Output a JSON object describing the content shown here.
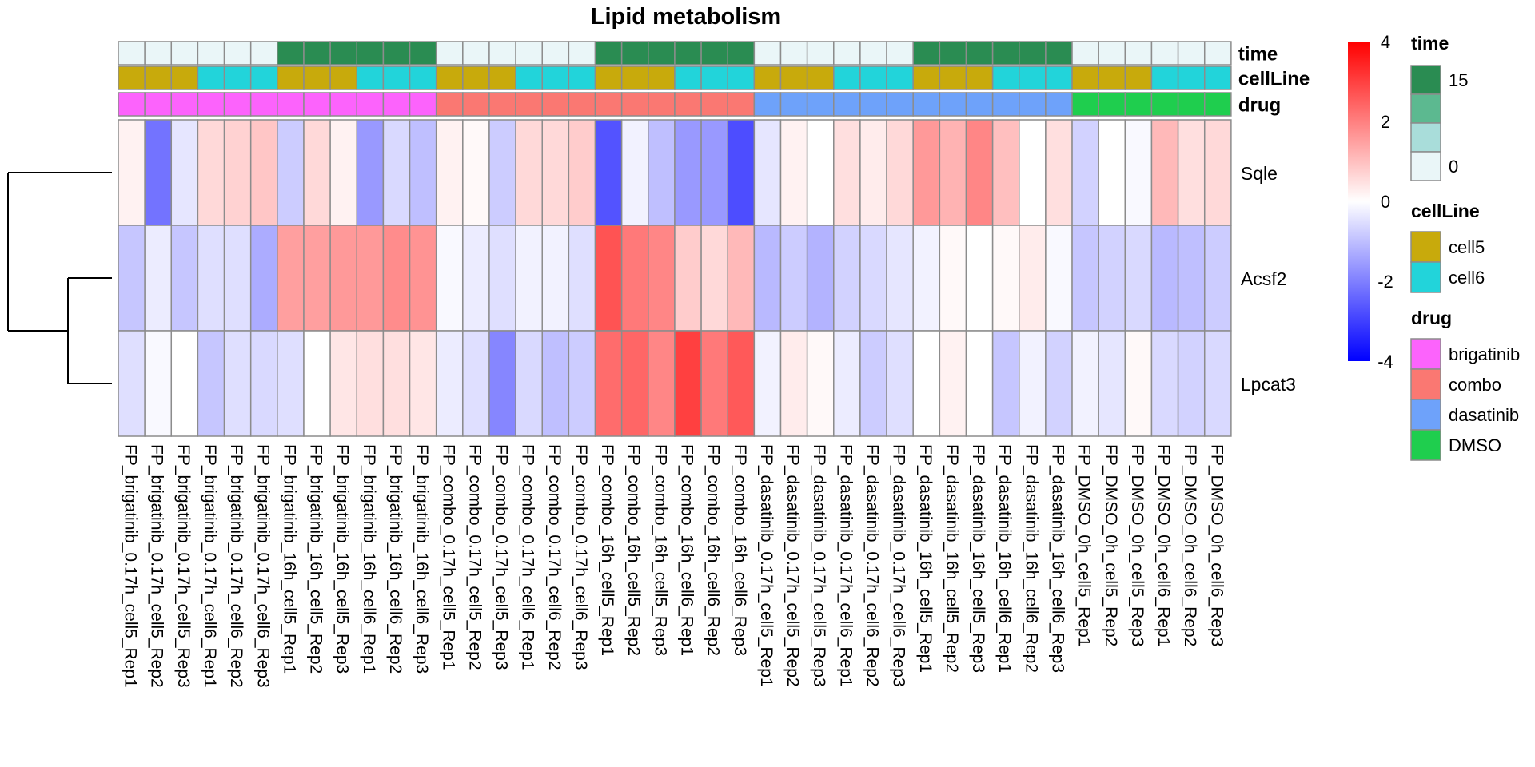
{
  "chart_data": {
    "type": "heatmap",
    "title": "Lipid metabolism",
    "rows": [
      "Sqle",
      "Acsf2",
      "Lpcat3"
    ],
    "columns": [
      "FP_brigatinib_0.17h_cell5_Rep1",
      "FP_brigatinib_0.17h_cell5_Rep2",
      "FP_brigatinib_0.17h_cell5_Rep3",
      "FP_brigatinib_0.17h_cell6_Rep1",
      "FP_brigatinib_0.17h_cell6_Rep2",
      "FP_brigatinib_0.17h_cell6_Rep3",
      "FP_brigatinib_16h_cell5_Rep1",
      "FP_brigatinib_16h_cell5_Rep2",
      "FP_brigatinib_16h_cell5_Rep3",
      "FP_brigatinib_16h_cell6_Rep1",
      "FP_brigatinib_16h_cell6_Rep2",
      "FP_brigatinib_16h_cell6_Rep3",
      "FP_combo_0.17h_cell5_Rep1",
      "FP_combo_0.17h_cell5_Rep2",
      "FP_combo_0.17h_cell5_Rep3",
      "FP_combo_0.17h_cell6_Rep1",
      "FP_combo_0.17h_cell6_Rep2",
      "FP_combo_0.17h_cell6_Rep3",
      "FP_combo_16h_cell5_Rep1",
      "FP_combo_16h_cell5_Rep2",
      "FP_combo_16h_cell5_Rep3",
      "FP_combo_16h_cell6_Rep1",
      "FP_combo_16h_cell6_Rep2",
      "FP_combo_16h_cell6_Rep3",
      "FP_dasatinib_0.17h_cell5_Rep1",
      "FP_dasatinib_0.17h_cell5_Rep2",
      "FP_dasatinib_0.17h_cell5_Rep3",
      "FP_dasatinib_0.17h_cell6_Rep1",
      "FP_dasatinib_0.17h_cell6_Rep2",
      "FP_dasatinib_0.17h_cell6_Rep3",
      "FP_dasatinib_16h_cell5_Rep1",
      "FP_dasatinib_16h_cell5_Rep2",
      "FP_dasatinib_16h_cell5_Rep3",
      "FP_dasatinib_16h_cell6_Rep1",
      "FP_dasatinib_16h_cell6_Rep2",
      "FP_dasatinib_16h_cell6_Rep3",
      "FP_DMSO_0h_cell5_Rep1",
      "FP_DMSO_0h_cell5_Rep2",
      "FP_DMSO_0h_cell5_Rep3",
      "FP_DMSO_0h_cell6_Rep1",
      "FP_DMSO_0h_cell6_Rep2",
      "FP_DMSO_0h_cell6_Rep3"
    ],
    "values": [
      [
        0.2,
        -2.2,
        -0.4,
        0.6,
        0.7,
        0.9,
        -0.8,
        0.6,
        0.2,
        -1.6,
        -0.6,
        -1.0,
        0.2,
        0.1,
        -0.8,
        0.6,
        0.6,
        0.8,
        -2.7,
        -0.2,
        -1.0,
        -1.6,
        -1.6,
        -2.8,
        -0.4,
        0.2,
        0.0,
        0.5,
        0.3,
        0.6,
        1.6,
        1.2,
        1.9,
        1.0,
        0.0,
        0.5,
        -0.7,
        0.0,
        -0.1,
        1.1,
        0.5,
        0.6
      ],
      [
        -0.9,
        -0.3,
        -0.9,
        -0.5,
        -0.5,
        -1.3,
        1.5,
        1.5,
        1.6,
        1.6,
        1.8,
        1.7,
        -0.1,
        -0.3,
        -0.5,
        -0.2,
        -0.2,
        -0.5,
        2.7,
        2.1,
        1.9,
        0.8,
        0.6,
        1.1,
        -1.1,
        -0.8,
        -1.2,
        -0.7,
        -0.6,
        -0.4,
        -0.2,
        0.1,
        0.0,
        0.1,
        0.3,
        -0.1,
        -0.9,
        -0.7,
        -0.6,
        -1.1,
        -1.0,
        -0.8
      ],
      [
        -0.5,
        -0.1,
        0.0,
        -0.9,
        -0.5,
        -0.6,
        -0.5,
        0.0,
        0.4,
        0.5,
        0.5,
        0.4,
        -0.3,
        -0.5,
        -1.9,
        -0.6,
        -1.0,
        -0.8,
        2.3,
        2.4,
        1.9,
        3.0,
        2.1,
        2.6,
        -0.2,
        0.3,
        0.1,
        -0.3,
        -0.8,
        -0.5,
        0.0,
        0.2,
        0.0,
        -0.9,
        -0.2,
        -0.7,
        -0.2,
        -0.4,
        0.1,
        -0.6,
        -0.7,
        -0.6
      ]
    ],
    "annotations": {
      "time": [
        "0",
        "0",
        "0",
        "0",
        "0",
        "0",
        "15",
        "15",
        "15",
        "15",
        "15",
        "15",
        "0",
        "0",
        "0",
        "0",
        "0",
        "0",
        "15",
        "15",
        "15",
        "15",
        "15",
        "15",
        "0",
        "0",
        "0",
        "0",
        "0",
        "0",
        "15",
        "15",
        "15",
        "15",
        "15",
        "15",
        "0",
        "0",
        "0",
        "0",
        "0",
        "0"
      ],
      "cellLine": [
        "cell5",
        "cell5",
        "cell5",
        "cell6",
        "cell6",
        "cell6",
        "cell5",
        "cell5",
        "cell5",
        "cell6",
        "cell6",
        "cell6",
        "cell5",
        "cell5",
        "cell5",
        "cell6",
        "cell6",
        "cell6",
        "cell5",
        "cell5",
        "cell5",
        "cell6",
        "cell6",
        "cell6",
        "cell5",
        "cell5",
        "cell5",
        "cell6",
        "cell6",
        "cell6",
        "cell5",
        "cell5",
        "cell5",
        "cell6",
        "cell6",
        "cell6",
        "cell5",
        "cell5",
        "cell5",
        "cell6",
        "cell6",
        "cell6"
      ],
      "drug": [
        "brigatinib",
        "brigatinib",
        "brigatinib",
        "brigatinib",
        "brigatinib",
        "brigatinib",
        "brigatinib",
        "brigatinib",
        "brigatinib",
        "brigatinib",
        "brigatinib",
        "brigatinib",
        "combo",
        "combo",
        "combo",
        "combo",
        "combo",
        "combo",
        "combo",
        "combo",
        "combo",
        "combo",
        "combo",
        "combo",
        "dasatinib",
        "dasatinib",
        "dasatinib",
        "dasatinib",
        "dasatinib",
        "dasatinib",
        "dasatinib",
        "dasatinib",
        "dasatinib",
        "dasatinib",
        "dasatinib",
        "dasatinib",
        "DMSO",
        "DMSO",
        "DMSO",
        "DMSO",
        "DMSO",
        "DMSO"
      ]
    },
    "annotation_tracks": [
      "time",
      "cellLine",
      "drug"
    ],
    "annotation_colors": {
      "time": {
        "0": "#EAF6F8",
        "15": "#2A8C52"
      },
      "cellLine": {
        "cell5": "#C8AA0C",
        "cell6": "#22D4DA"
      },
      "drug": {
        "brigatinib": "#FC63FC",
        "combo": "#FA7872",
        "dasatinib": "#6EA2FA",
        "DMSO": "#1FCE4E"
      }
    },
    "color_scale": {
      "min": -4,
      "max": 4,
      "low": "#0000FF",
      "mid": "#FFFFFF",
      "high": "#FF0000"
    },
    "colorbar_ticks": [
      "4",
      "2",
      "0",
      "-2",
      "-4"
    ],
    "legends": [
      {
        "title": "time",
        "type": "continuous",
        "labels": [
          "15",
          "0"
        ],
        "colors": [
          "#2A8C52",
          "#5CB990",
          "#A9DDDA",
          "#EAF6F8"
        ]
      },
      {
        "title": "cellLine",
        "type": "discrete",
        "labels": [
          "cell5",
          "cell6"
        ],
        "colors": [
          "#C8AA0C",
          "#22D4DA"
        ]
      },
      {
        "title": "drug",
        "type": "discrete",
        "labels": [
          "brigatinib",
          "combo",
          "dasatinib",
          "DMSO"
        ],
        "colors": [
          "#FC63FC",
          "#FA7872",
          "#6EA2FA",
          "#1FCE4E"
        ]
      }
    ],
    "row_dendrogram": "Sqle splits first; Acsf2 and Lpcat3 cluster together"
  }
}
